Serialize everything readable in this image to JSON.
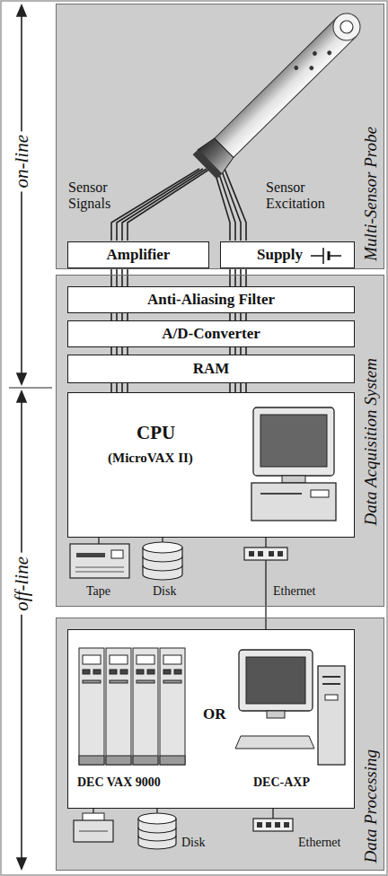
{
  "diagram": {
    "nodes": [
      {
        "text": [
          "Multi-Sensor Probe"
        ]
      },
      {
        "text": [
          "Amplifier"
        ],
        "in": 0
      },
      {
        "text": [
          "Supply"
        ],
        "in": 0
      },
      {
        "text": [
          "Data Acquisition System"
        ]
      },
      {
        "text": [
          "Anti-Aliasing Filter"
        ],
        "in": 3
      },
      {
        "text": [
          "A/D-Converter"
        ],
        "in": 3
      },
      {
        "text": [
          "RAM"
        ],
        "in": 3
      },
      {
        "text": [
          "CPU",
          "(MicroVAX II)"
        ],
        "in": 3
      },
      {
        "text": [
          "Data Processing"
        ]
      },
      {
        "text": [
          "DEC VAX 9000",
          "OR",
          "DEC-AXP"
        ],
        "in": 8
      }
    ],
    "edges": [
      {
        "from": 1,
        "to": 4,
        "arrow": "none"
      },
      {
        "from": 2,
        "to": 4,
        "arrow": "none"
      },
      {
        "from": 4,
        "to": 5,
        "arrow": "none"
      },
      {
        "from": 5,
        "to": 6,
        "arrow": "none"
      },
      {
        "from": 6,
        "to": 7,
        "arrow": "none"
      },
      {
        "from": 3,
        "to": 9,
        "arrow": "none"
      }
    ],
    "labels": [
      "on-line",
      "off-line",
      "Sensor Signals",
      "Sensor Excitation",
      "Tape",
      "Disk",
      "Ethernet",
      "Disk",
      "Ethernet"
    ]
  }
}
